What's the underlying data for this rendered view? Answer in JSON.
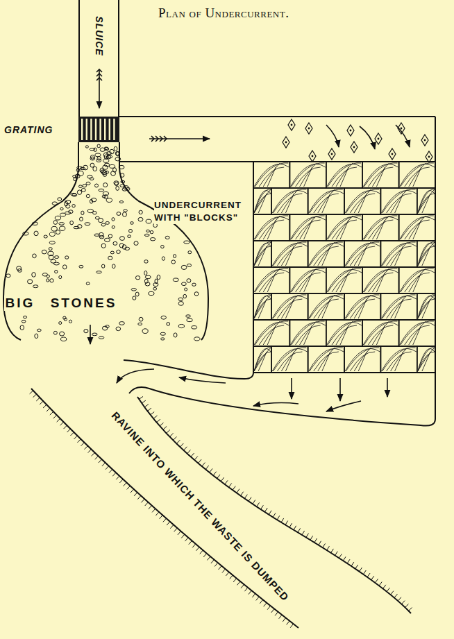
{
  "diagram": {
    "title": "Plan of Undercurrent.",
    "nodes": [
      {
        "text": [
          "SLUICE"
        ]
      },
      {
        "text": [
          "BIG STONES"
        ]
      }
    ],
    "labels": [
      "GRATING",
      "UNDERCURRENT WITH \"BLOCKS\"",
      "RAVINE INTO WHICH THE WASTE IS DUMPED"
    ]
  }
}
